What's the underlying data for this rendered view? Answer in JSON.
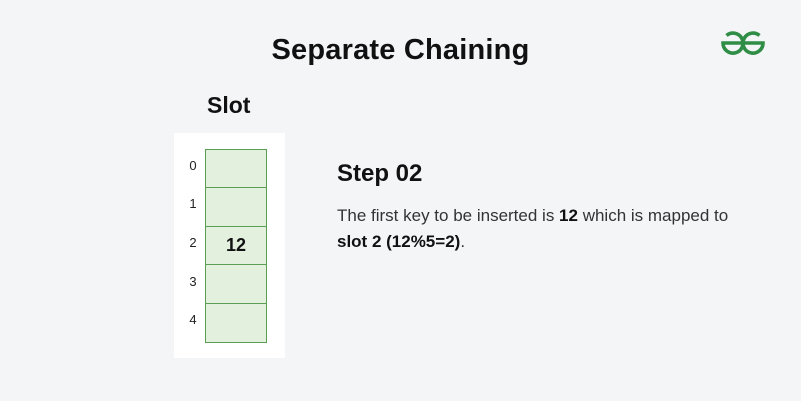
{
  "title": "Separate Chaining",
  "logo": {
    "icon": "geeksforgeeks-logo-icon",
    "color": "#2f8d46"
  },
  "slot_label": "Slot",
  "slots": [
    {
      "index": "0",
      "value": ""
    },
    {
      "index": "1",
      "value": ""
    },
    {
      "index": "2",
      "value": "12"
    },
    {
      "index": "3",
      "value": ""
    },
    {
      "index": "4",
      "value": ""
    }
  ],
  "step": {
    "title": "Step 02",
    "text_1": "The first key to be inserted is ",
    "key": "12",
    "text_2": " which is mapped to ",
    "slot_ref": "slot 2 (12%5=2)",
    "text_3": "."
  },
  "colors": {
    "cell_fill": "#e2f0dd",
    "cell_border": "#5a9e56",
    "background": "#f4f5f7"
  }
}
